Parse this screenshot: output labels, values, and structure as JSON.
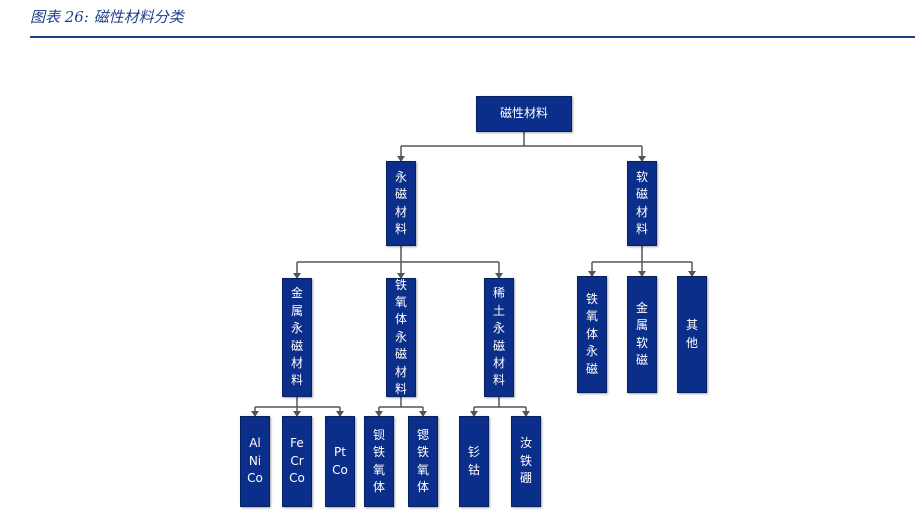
{
  "caption": "图表 26:  磁性材料分类",
  "nodes": {
    "root": "磁性材料",
    "permanent": "永\n磁\n材\n料",
    "soft": "软\n磁\n材\n料",
    "metal_perm": "金\n属\n永\n磁\n材\n料",
    "ferrite_perm": "铁\n氧\n体\n永\n磁\n材\n料",
    "rare_earth_perm": "稀\n土\n永\n磁\n材\n料",
    "alnico": "Al\nNi\nCo",
    "fecrco": "Fe\nCr\nCo",
    "ptco": "Pt\nCo",
    "barium_ferrite": "钡\n铁\n氧\n体",
    "strontium_ferrite": "锶\n铁\n氧\n体",
    "smco": "钐\n钴",
    "ndfeb": "汝\n铁\n硼",
    "ferrite_soft": "铁\n氧\n体\n永\n磁",
    "metal_soft": "金\n属\n软\n磁",
    "other": "其\n他"
  },
  "colors": {
    "node": "#0b2e8a",
    "edge": "#555555",
    "accent": "#1f3f8a"
  }
}
